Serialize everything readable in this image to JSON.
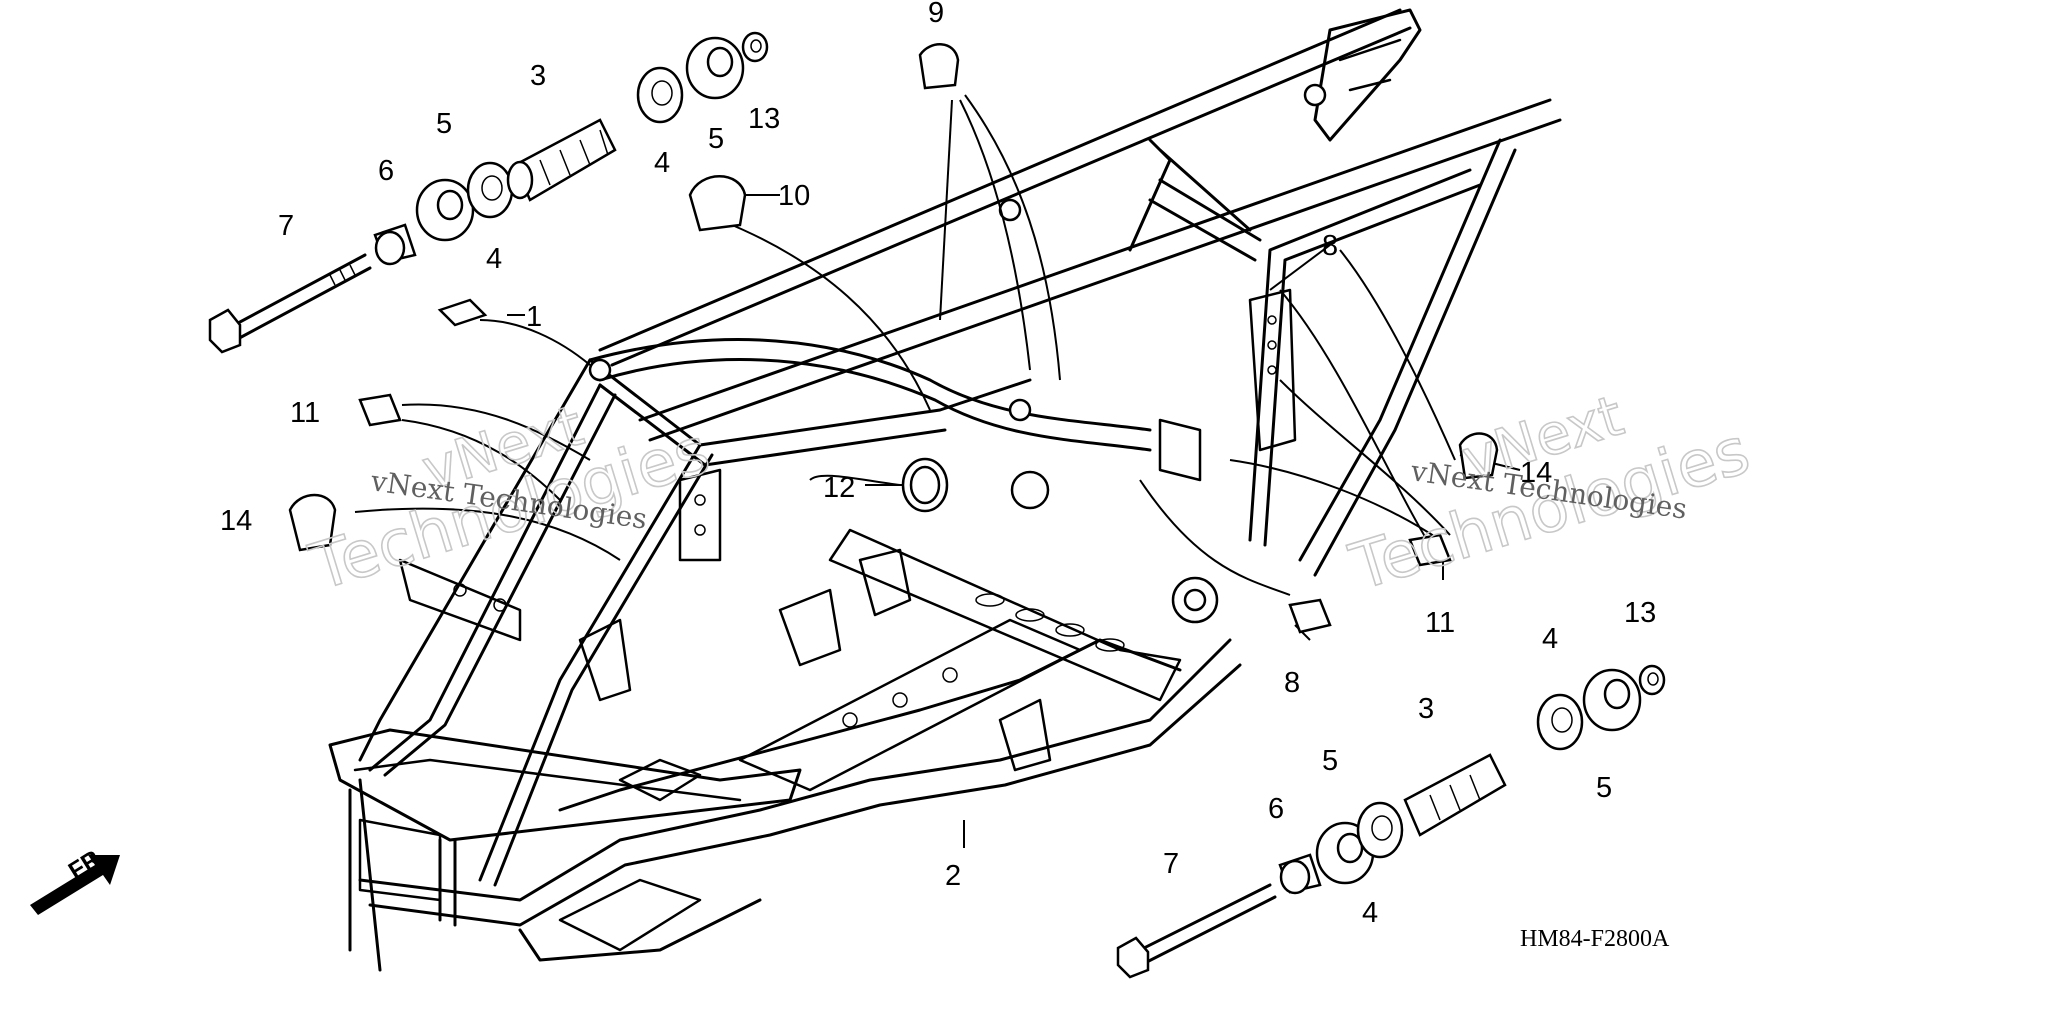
{
  "diagram": {
    "code": "HM84-F2800A",
    "front_marker": "FR.",
    "watermark_lines": [
      "vNext",
      "Technologies"
    ],
    "watermark_caption": "vNext Technologies",
    "callouts": {
      "c1": "1",
      "c2": "2",
      "c3a": "3",
      "c3b": "3",
      "c4a": "4",
      "c4b": "4",
      "c4c": "4",
      "c4d": "4",
      "c5a": "5",
      "c5b": "5",
      "c5c": "5",
      "c5d": "5",
      "c6a": "6",
      "c6b": "6",
      "c7a": "7",
      "c7b": "7",
      "c8a": "8",
      "c8b": "8",
      "c9": "9",
      "c10": "10",
      "c11a": "11",
      "c11b": "11",
      "c12": "12",
      "c13a": "13",
      "c13b": "13",
      "c14a": "14",
      "c14b": "14"
    }
  }
}
